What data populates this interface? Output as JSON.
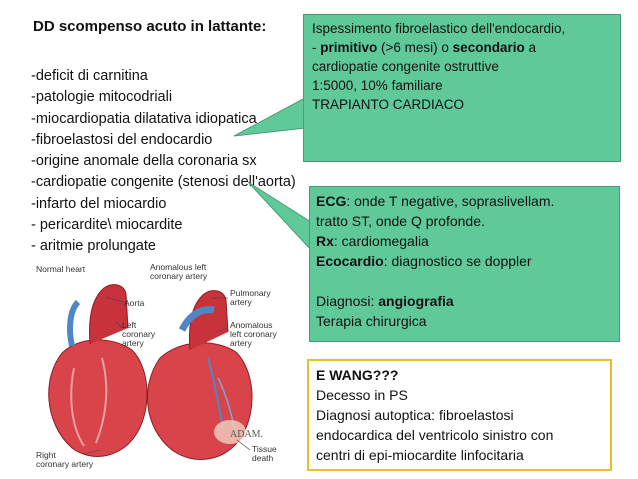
{
  "title": "DD scompenso acuto in lattante:",
  "dd_items": [
    "-deficit di carnitina",
    "-patologie mitocodriali",
    "-miocardiopatia dilatativa idiopatica",
    "-fibroelastosi del endocardio",
    "-origine anomale della coronaria sx",
    "-cardiopatie congenite (stenosi dell'aorta)",
    "-infarto del miocardio",
    "- pericardite\\ miocardite",
    "- aritmie prolungate"
  ],
  "callout1": {
    "line1": "Ispessimento fibroelastico dell'endocardio,",
    "line2_a": "- ",
    "line2_b": "primitivo",
    "line2_c": " (>6 mesi) o ",
    "line2_d": "secondario",
    "line2_e": " a",
    "line3": "cardiopatie congenite ostruttive",
    "line4": "1:5000, 10% familiare",
    "line5": "TRAPIANTO CARDIACO"
  },
  "callout2": {
    "ecg_label": "ECG",
    "ecg_text": ": onde T negative, sopraslivellam.",
    "ecg_text2": "tratto ST, onde Q profonde.",
    "rx_label": "Rx",
    "rx_text": ": cardiomegalia",
    "eco_label": "Ecocardio",
    "eco_text": ": diagnostico se doppler",
    "diag_label": "Diagnosi: ",
    "diag_value": "angiografia",
    "therapy": "Terapia chirurgica"
  },
  "case_box": {
    "title": "E WANG???",
    "lines": [
      "Decesso in PS",
      "Diagnosi autoptica: fibroelastosi",
      "endocardica del ventricolo sinistro con",
      "centri di epi-miocardite linfocitaria"
    ]
  },
  "figure": {
    "normal_heart": "Normal heart",
    "anomalous_title_1": "Anomalous left",
    "anomalous_title_2": "coronary artery",
    "aorta": "Aorta",
    "left_cor_1": "Left",
    "left_cor_2": "coronary",
    "left_cor_3": "artery",
    "pulm_1": "Pulmonary",
    "pulm_2": "artery",
    "anom_1": "Anomalous",
    "anom_2": "left coronary",
    "anom_3": "artery",
    "tissue_1": "Tissue",
    "tissue_2": "death",
    "right_1": "Right",
    "right_2": "coronary artery",
    "logo": "ADAM."
  },
  "colors": {
    "callout_green": "#5fc99a",
    "box_border_yellow": "#e8be2b",
    "heart_red": "#c8323a",
    "vessel_blue": "#4f86c6"
  }
}
